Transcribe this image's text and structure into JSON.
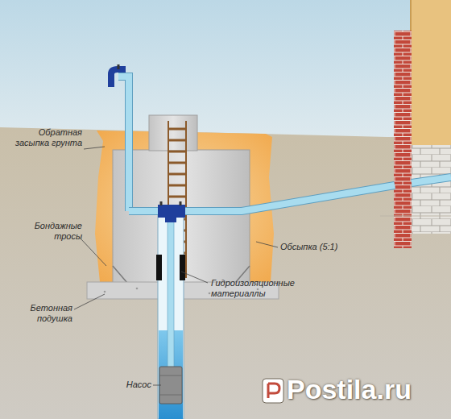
{
  "diagram": {
    "labels": [
      "Обратная засыпка грунта",
      "Бондажные тросы",
      "Бетонная подушка",
      "Насос",
      "Обсыпка (5:1)",
      "Гидроизоляционные материаллы",
      "Postila.ru"
    ]
  }
}
